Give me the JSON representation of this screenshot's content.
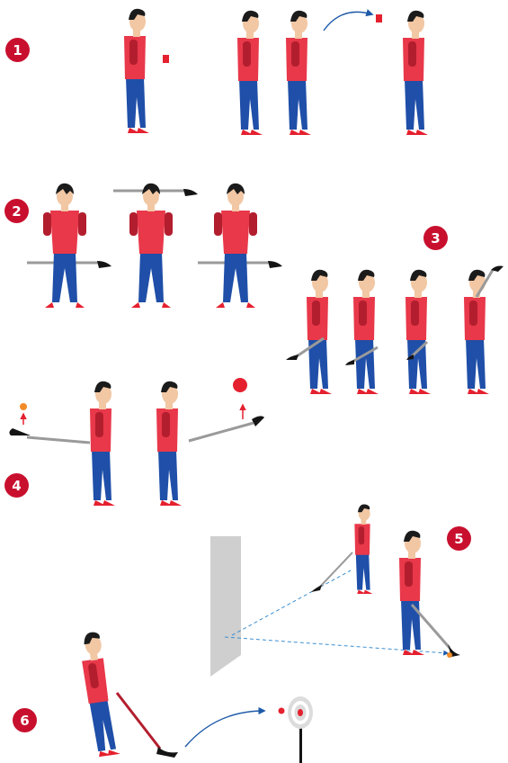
{
  "colors": {
    "badge": "#c8102e",
    "shirt": "#e8384a",
    "shirt_dark": "#b31e2e",
    "pants": "#1f4fa8",
    "pants_dark": "#173c85",
    "skin": "#f2c7a3",
    "hair": "#1b1b1b",
    "stick": "#9a9a9a",
    "blade": "#141414",
    "arrow": "#1e5aa8",
    "wall": "#cfcfcf",
    "ball": "#e5202f",
    "target": "#e5202f"
  },
  "badges": [
    "1",
    "2",
    "3",
    "4",
    "5",
    "6"
  ],
  "icons": [
    "card-icon",
    "ball-icon",
    "arrow-up-icon",
    "target-icon"
  ]
}
